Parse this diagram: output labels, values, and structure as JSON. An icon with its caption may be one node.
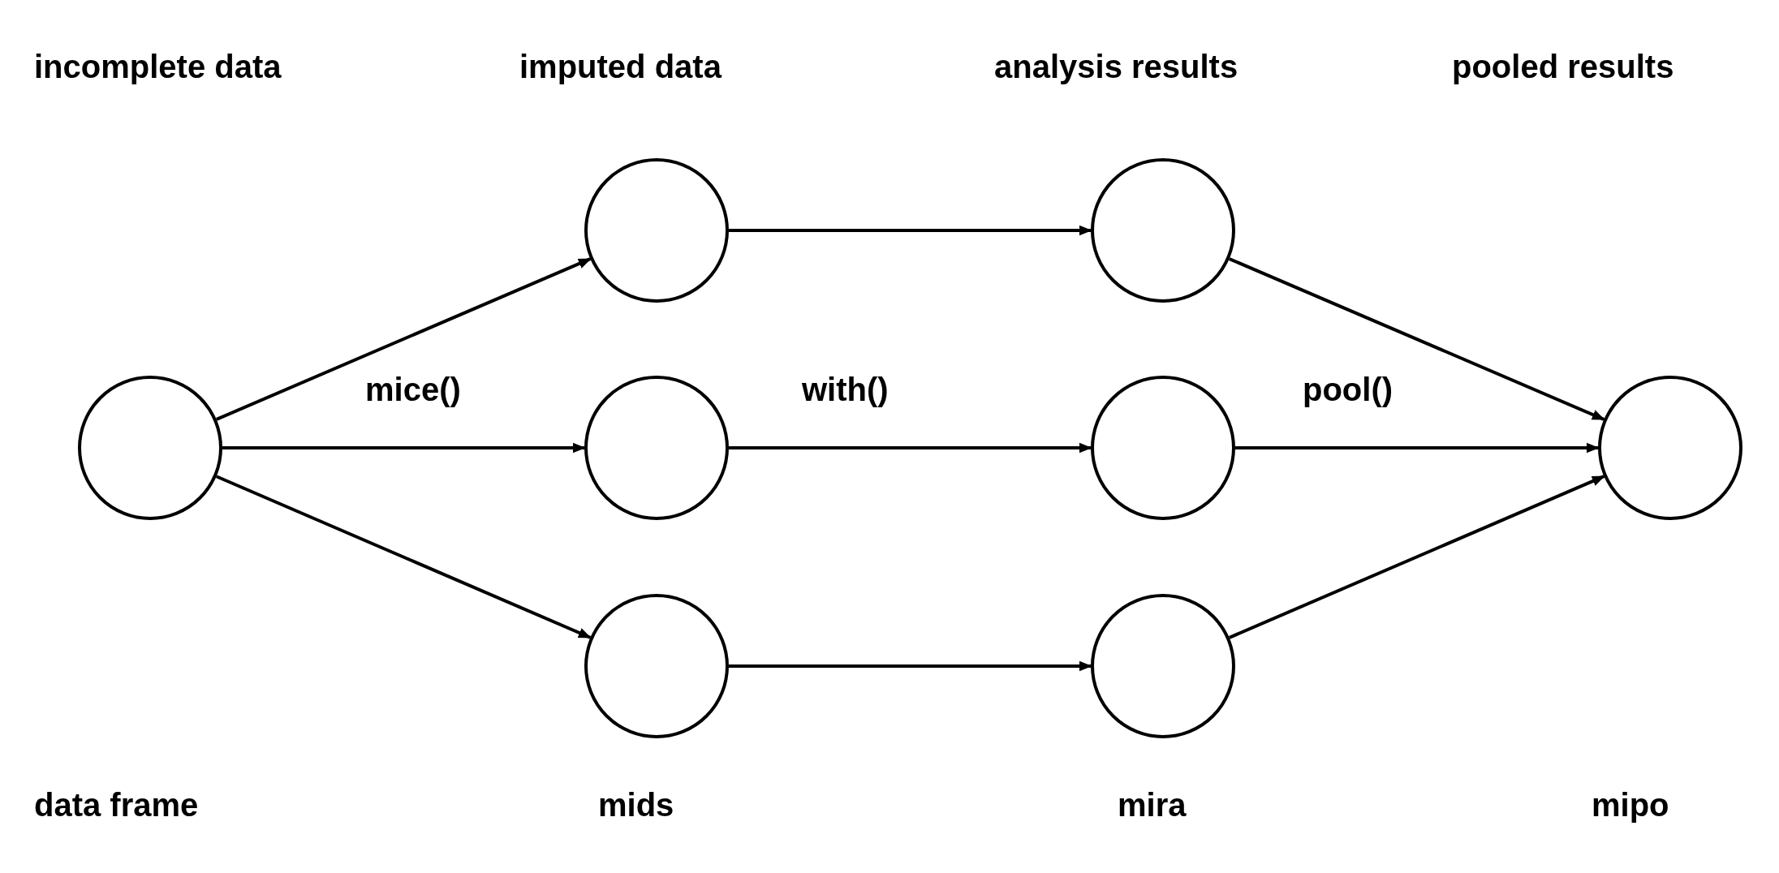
{
  "diagram": {
    "nodes": [
      {
        "text": [],
        "shape": "circle"
      },
      {
        "text": [],
        "shape": "circle"
      },
      {
        "text": [],
        "shape": "circle"
      },
      {
        "text": [],
        "shape": "circle"
      },
      {
        "text": [],
        "shape": "circle"
      },
      {
        "text": [],
        "shape": "circle"
      },
      {
        "text": [],
        "shape": "circle"
      },
      {
        "text": [],
        "shape": "circle"
      }
    ],
    "edges": [
      {
        "from": 0,
        "to": 1,
        "arrow": "to"
      },
      {
        "from": 0,
        "to": 2,
        "arrow": "to"
      },
      {
        "from": 0,
        "to": 3,
        "arrow": "to"
      },
      {
        "from": 1,
        "to": 4,
        "arrow": "to"
      },
      {
        "from": 2,
        "to": 5,
        "arrow": "to"
      },
      {
        "from": 3,
        "to": 6,
        "arrow": "to"
      },
      {
        "from": 4,
        "to": 7,
        "arrow": "to"
      },
      {
        "from": 5,
        "to": 7,
        "arrow": "to"
      },
      {
        "from": 6,
        "to": 7,
        "arrow": "to"
      }
    ],
    "labels": [
      "incomplete data",
      "imputed data",
      "analysis results",
      "pooled results",
      "mice()",
      "with()",
      "pool()",
      "data frame",
      "mids",
      "mira",
      "mipo"
    ]
  }
}
